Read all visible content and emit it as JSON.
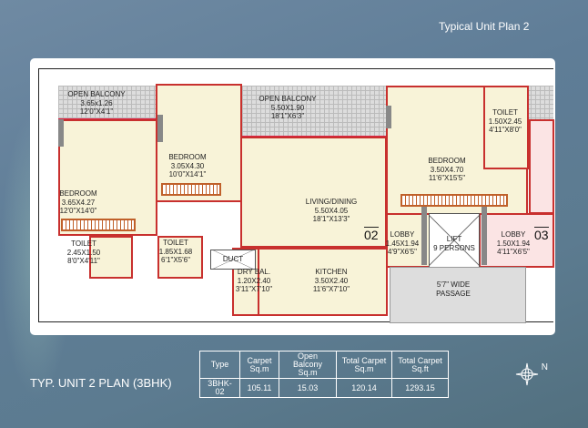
{
  "header": {
    "title": "Typical Unit Plan 2"
  },
  "plan": {
    "rooms": [
      {
        "name": "OPEN BALCONY",
        "metric": "3.65x1.26",
        "imperial": "12'0\"X4'1\""
      },
      {
        "name": "BEDROOM",
        "metric": "3.05X4.30",
        "imperial": "10'0\"X14'1\""
      },
      {
        "name": "OPEN BALCONY",
        "metric": "5.50X1.90",
        "imperial": "18'1\"X6'3\""
      },
      {
        "name": "BEDROOM",
        "metric": "3.65X4.27",
        "imperial": "12'0\"X14'0\""
      },
      {
        "name": "LIVING/DINING",
        "metric": "5.50X4.05",
        "imperial": "18'1\"X13'3\""
      },
      {
        "name": "BEDROOM",
        "metric": "3.50X4.70",
        "imperial": "11'6\"X15'5\""
      },
      {
        "name": "TOILET",
        "metric": "1.50X2.45",
        "imperial": "4'11\"X8'0\""
      },
      {
        "name": "TOILET",
        "metric": "2.45X1.50",
        "imperial": "8'0\"X4'11\""
      },
      {
        "name": "TOILET",
        "metric": "1.85X1.68",
        "imperial": "6'1\"X5'6\""
      },
      {
        "name": "DRY BAL.",
        "metric": "1.20X2.40",
        "imperial": "3'11\"X7'10\""
      },
      {
        "name": "KITCHEN",
        "metric": "3.50X2.40",
        "imperial": "11'6\"X7'10\""
      },
      {
        "name": "LOBBY",
        "metric": "1.45X1.94",
        "imperial": "4'9\"X6'5\""
      },
      {
        "name": "LOBBY",
        "metric": "1.50X1.94",
        "imperial": "4'11\"X6'5\""
      }
    ],
    "duct": "DUCT",
    "lift": {
      "l1": "LIFT",
      "l2": "9 PERSONS"
    },
    "passage": {
      "l1": "5'7\" WIDE",
      "l2": "PASSAGE"
    },
    "unit_02": "02",
    "unit_03": "03"
  },
  "footer": {
    "plan_name": "TYP. UNIT 2 PLAN (3BHK)",
    "table": {
      "headers": [
        [
          "Type",
          ""
        ],
        [
          "Carpet",
          "Sq.m"
        ],
        [
          "Open Balcony",
          "Sq.m"
        ],
        [
          "Total Carpet",
          "Sq.m"
        ],
        [
          "Total Carpet",
          "Sq.ft"
        ]
      ],
      "row": [
        "3BHK-02",
        "105.11",
        "15.03",
        "120.14",
        "1293.15"
      ]
    },
    "compass": "N"
  }
}
